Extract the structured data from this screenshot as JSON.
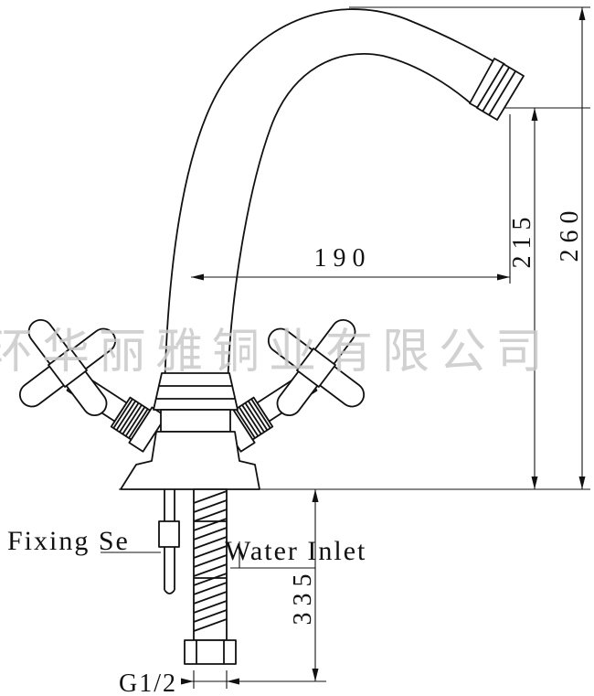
{
  "diagram": {
    "background": "#ffffff",
    "line_color": "#111111",
    "watermark": {
      "text": "环华丽雅铜业有限公司",
      "color": "#c9c9c9"
    },
    "labels": {
      "fixing_set": "Fixing Se",
      "water_inlet": "Water Inlet",
      "thread_size": "G1/2"
    },
    "dimensions": {
      "spout_reach_mm": "190",
      "spout_height_mm": "215",
      "overall_height_mm": "260",
      "inlet_pipe_length_mm": "335"
    }
  }
}
